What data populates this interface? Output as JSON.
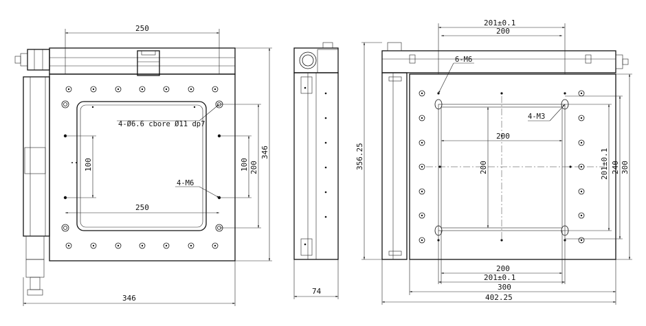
{
  "front_view": {
    "dims": {
      "top_width": "250",
      "inner_width": "250",
      "left_pitch": "100",
      "right_pitch": "100",
      "right_inner": "200",
      "height_overall": "346",
      "bottom_width": "346"
    },
    "notes": {
      "cbore": "4-Ø6.6 cbore Ø11 dp7",
      "m6": "4-M6"
    }
  },
  "side_view": {
    "dims": {
      "width": "74"
    }
  },
  "top_view": {
    "dims": {
      "top_201": "201±0.1",
      "top_200": "200",
      "height_left": "356.25",
      "center_200": "200",
      "vertical_200": "200",
      "right_201": "201±0.1",
      "right_240": "240",
      "right_300": "300",
      "bottom_200": "200",
      "bottom_201": "201±0.1",
      "bottom_300": "300",
      "bottom_402": "402.25"
    },
    "notes": {
      "m6": "6-M6",
      "m3": "4-M3"
    }
  }
}
